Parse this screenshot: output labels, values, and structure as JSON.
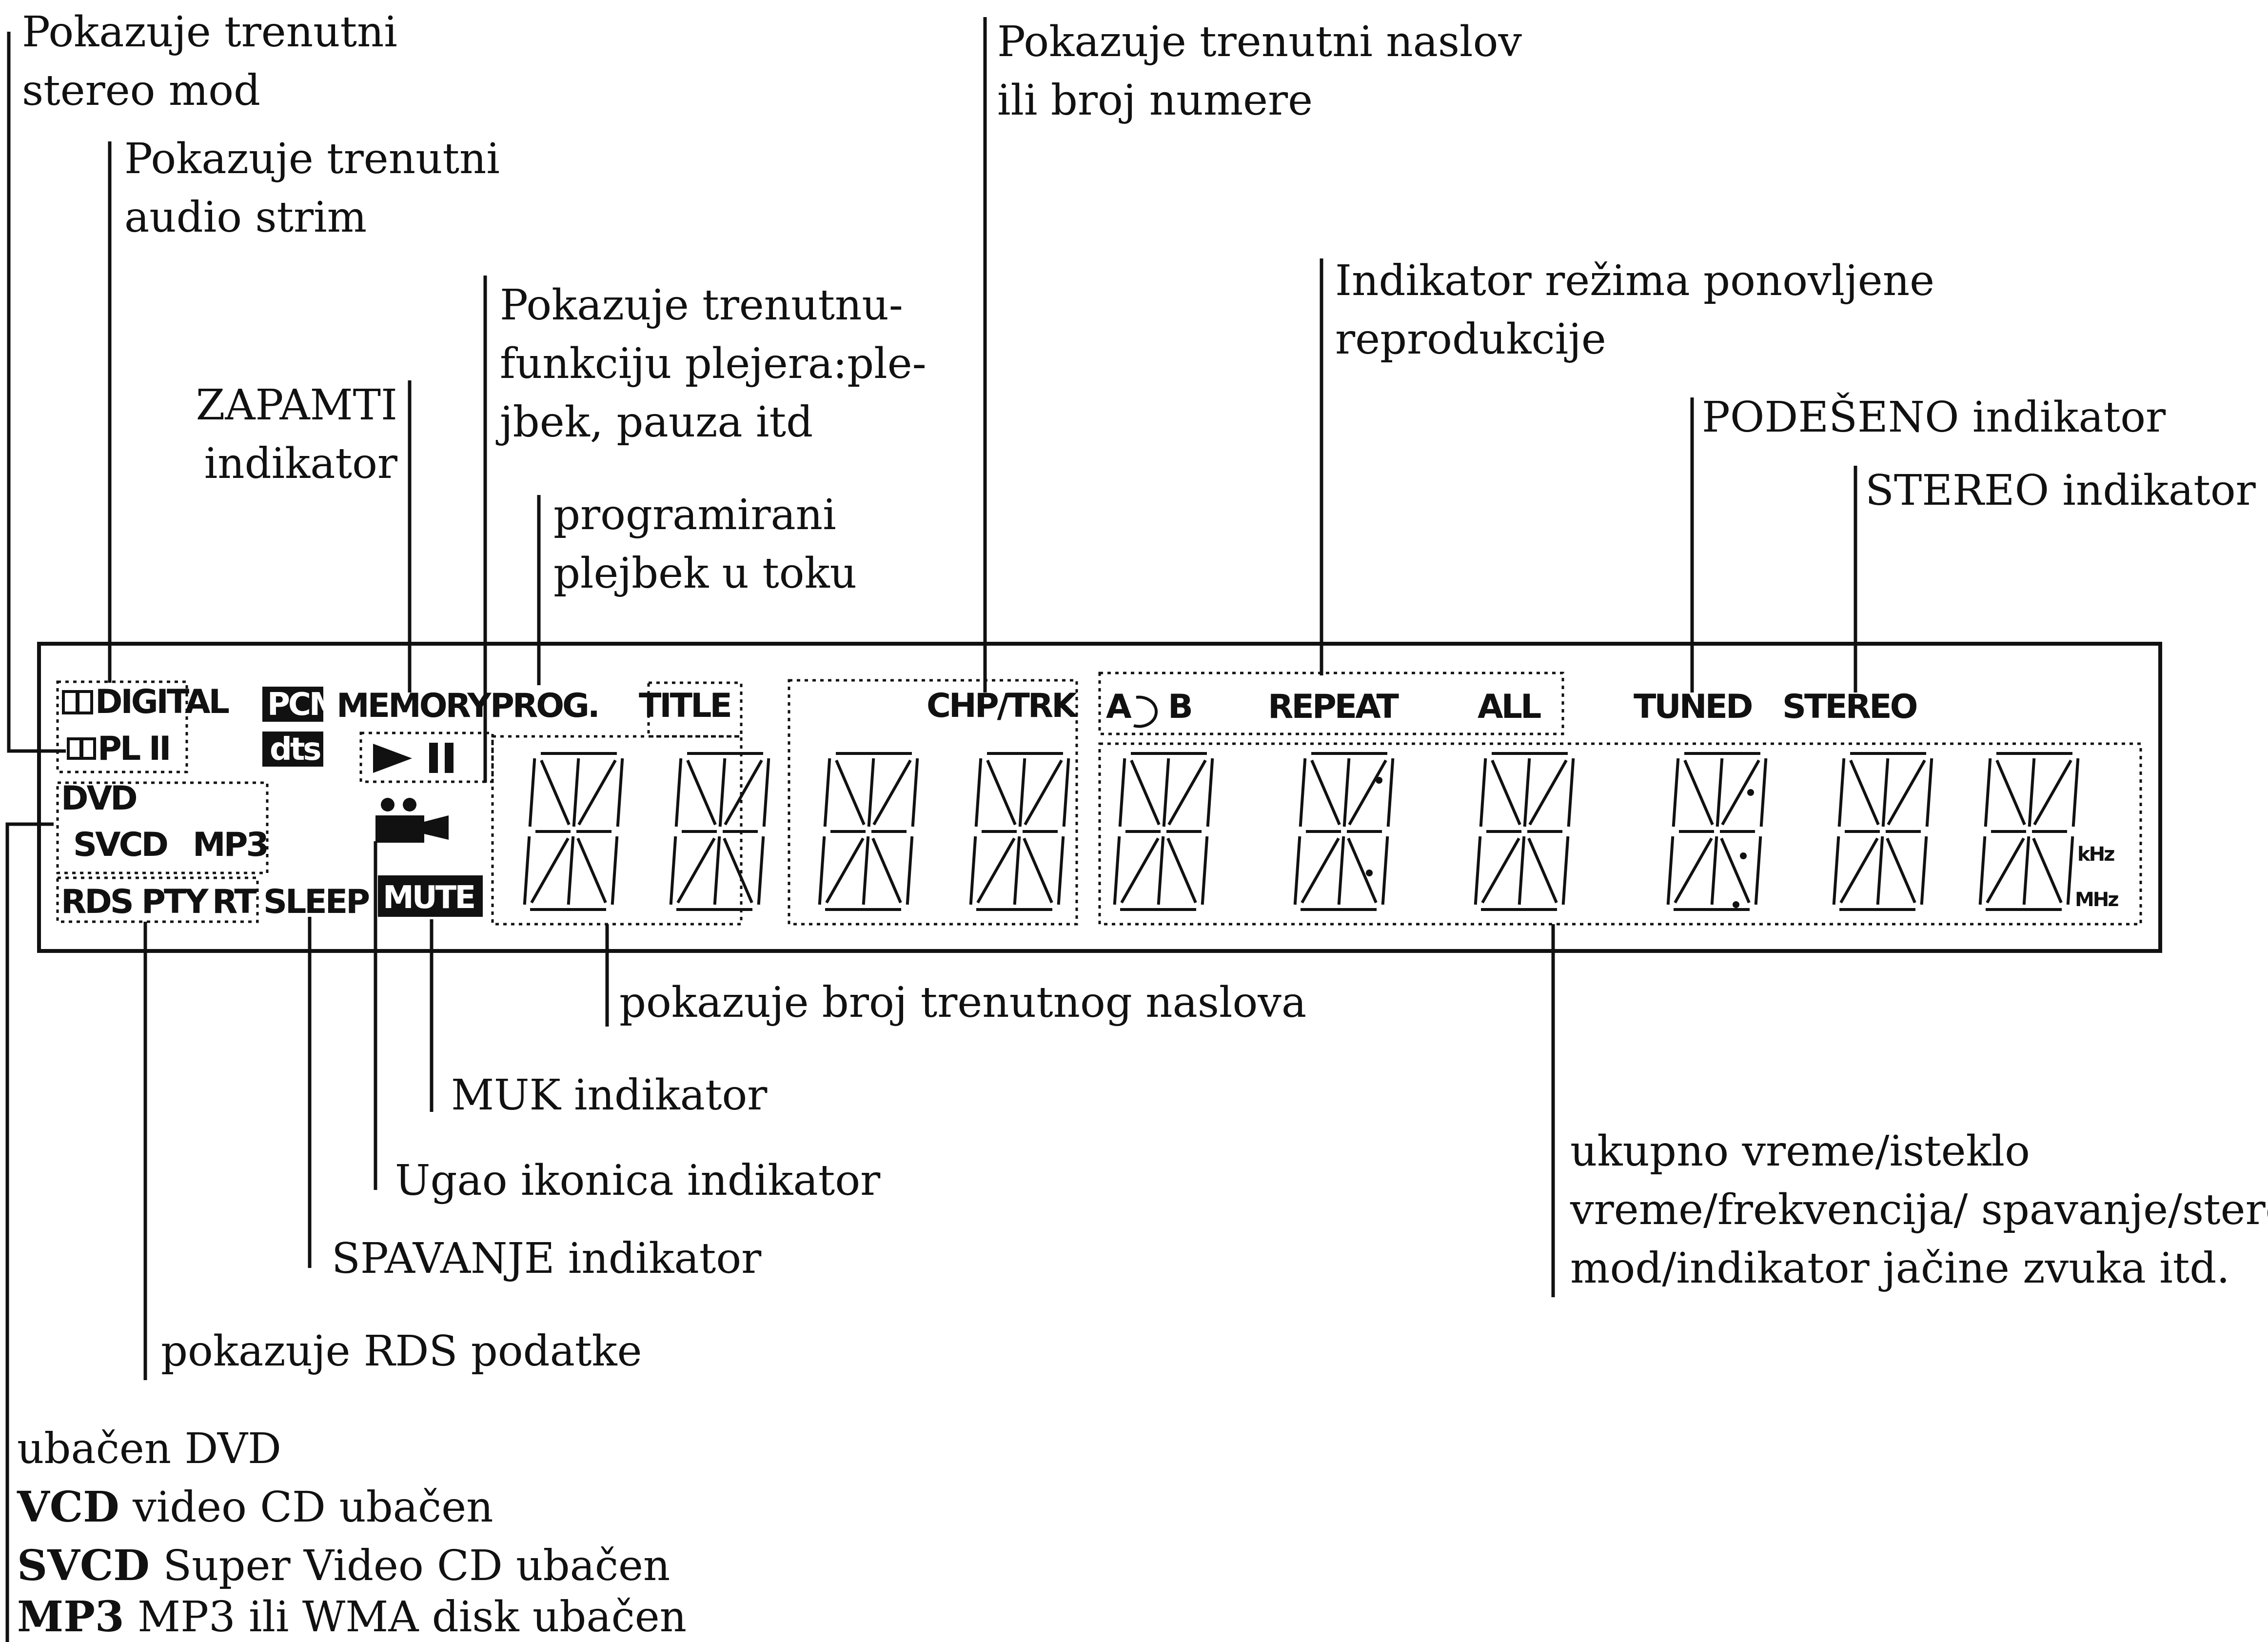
{
  "display": {
    "labels": {
      "digital": "DIGITAL",
      "pl2": "PL II",
      "pcm": "PCM",
      "dts": "dts",
      "memory": "MEMORY",
      "prog": "PROG.",
      "title": "TITLE",
      "chptrk": "CHP/TRK",
      "ab_a": "A",
      "ab_b": "B",
      "repeat": "REPEAT",
      "all": "ALL",
      "tuned": "TUNED",
      "stereo": "STEREO",
      "dvd": "DVD",
      "svcd": "SVCD",
      "mp3": "MP3",
      "rds": "RDS",
      "pty": "PTY",
      "rt": "RT",
      "sleep": "SLEEP",
      "mute": "MUTE",
      "khz": "kHz",
      "mhz": "MHz"
    }
  },
  "callouts": {
    "stereo_mode": [
      "Pokazuje trenutni",
      "stereo mod"
    ],
    "audio_stream": [
      "Pokazuje trenutni",
      "audio strim"
    ],
    "memory": [
      "ZAPAMTI",
      "indikator"
    ],
    "function": [
      "Pokazuje trenutnu-",
      "funkciju plejera:ple-",
      "jbek, pauza itd"
    ],
    "programmed": [
      "programirani",
      "plejbek u toku"
    ],
    "chapter": [
      "Pokazuje trenutni naslov",
      "ili broj numere"
    ],
    "repeat": [
      "Indikator režima ponovljene",
      "reprodukcije"
    ],
    "tuned": "PODEŠENO indikator",
    "stereo": "STEREO indikator",
    "title_number": "pokazuje broj trenutnog naslova",
    "mute": "MUK indikator",
    "angle": "Ugao ikonica indikator",
    "sleep": "SPAVANJE indikator",
    "rds": "pokazuje RDS podatke",
    "time": [
      "ukupno vreme/isteklo",
      "vreme/frekvencija/ spavanje/stereo",
      "mod/indikator jačine zvuka itd."
    ],
    "disc_dvd": "ubačen DVD",
    "disc_list": [
      {
        "bold": "VCD",
        "text": " video CD ubačen"
      },
      {
        "bold": "SVCD",
        "text": " Super Video CD ubačen"
      },
      {
        "bold": "MP3",
        "text": " MP3 ili WMA disk ubačen"
      }
    ]
  }
}
